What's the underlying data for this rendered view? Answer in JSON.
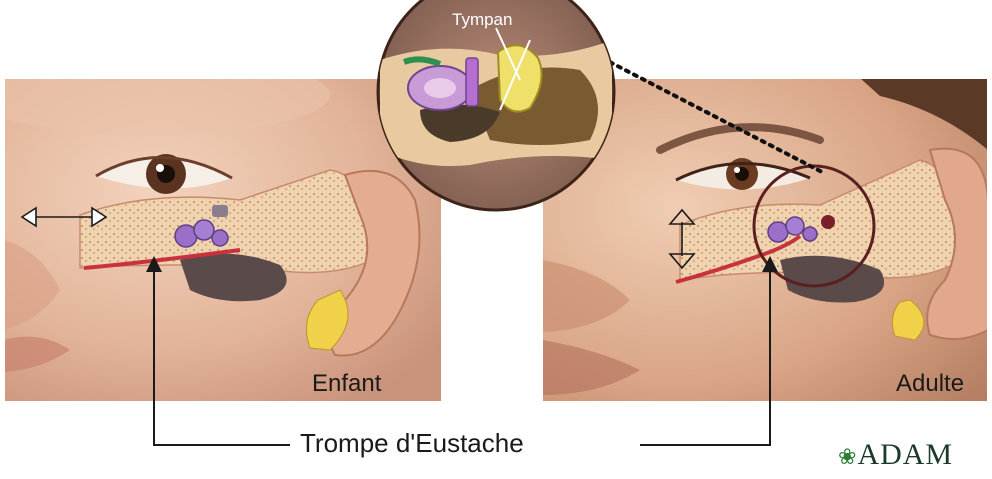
{
  "labels": {
    "child": "Enfant",
    "adult": "Adulte",
    "eardrum": "Tympan",
    "eustachian_tube": "Trompe d'Eustache"
  },
  "logo": {
    "text": "ADAM",
    "icon": "leaf-icon"
  },
  "colors": {
    "skin": "#e2b79d",
    "bone": "#f0d7b4",
    "tube": "#c8323c",
    "ossicles": "#9b6fc7",
    "cartilage": "#f2d14a",
    "logo": "#1b3a2a"
  }
}
